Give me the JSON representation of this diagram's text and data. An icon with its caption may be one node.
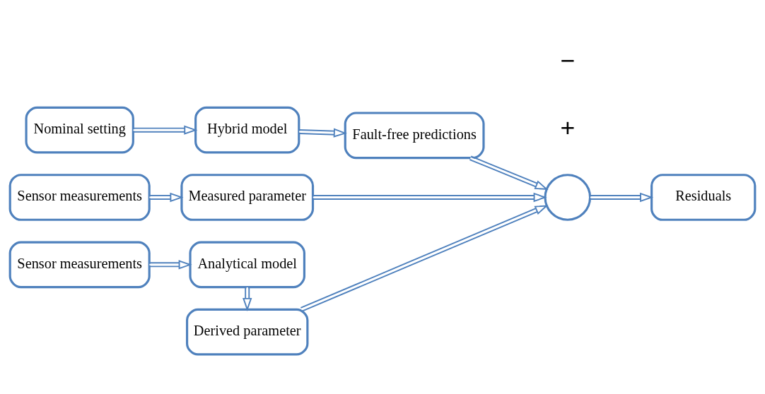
{
  "diagram": {
    "nodes": [
      {
        "text": [
          "Nominal setting"
        ]
      },
      {
        "text": [
          "Hybrid model"
        ]
      },
      {
        "text": [
          "Fault-free predictions"
        ]
      },
      {
        "text": [
          "Sensor measurements"
        ]
      },
      {
        "text": [
          "Measured parameter"
        ]
      },
      {
        "text": [
          "Derived parameter"
        ]
      },
      {
        "text": [
          "Sensor measurements"
        ]
      },
      {
        "text": [
          "Analytical model"
        ]
      },
      {
        "text": [],
        "shape": "circle"
      },
      {
        "text": [
          "Residuals"
        ]
      }
    ],
    "edges": [
      {
        "from": 0,
        "to": 1,
        "arrow": "to"
      },
      {
        "from": 1,
        "to": 2,
        "arrow": "to"
      },
      {
        "from": 3,
        "to": 4,
        "arrow": "to"
      },
      {
        "from": 6,
        "to": 7,
        "arrow": "to"
      },
      {
        "from": 7,
        "to": 5,
        "arrow": "to"
      },
      {
        "from": 4,
        "to": 8,
        "arrow": "to"
      },
      {
        "from": 5,
        "to": 8,
        "arrow": "to"
      },
      {
        "from": 2,
        "to": 8,
        "arrow": "to"
      },
      {
        "from": 8,
        "to": 9,
        "arrow": "to"
      }
    ],
    "labels": [
      "+",
      "−"
    ]
  }
}
